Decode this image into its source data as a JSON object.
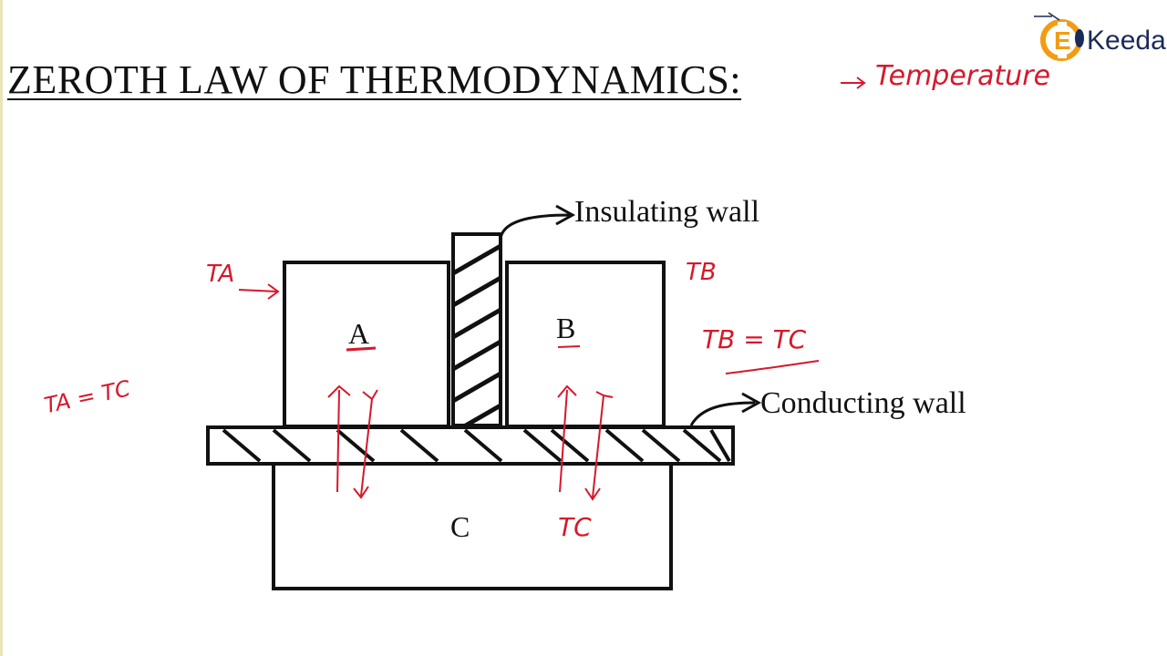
{
  "title": "ZEROTH LAW OF THERMODYNAMICS:",
  "title_annotation": "Temperature",
  "logo": {
    "text": "Keeda",
    "initial": "E"
  },
  "diagram": {
    "labels": {
      "insulating_wall": "Insulating wall",
      "conducting_wall": "Conducting wall",
      "body_a": "A",
      "body_b": "B",
      "body_c": "C"
    },
    "handwriting": {
      "ta": "TA",
      "tb": "TB",
      "tc": "TC",
      "tb_eq_tc": "TB = TC",
      "ta_eq_tc": "TA = TC"
    }
  },
  "colors": {
    "ink": "#111111",
    "annotation": "#d6182b",
    "logo_orange": "#f39c12",
    "logo_navy": "#1a2a5a"
  }
}
